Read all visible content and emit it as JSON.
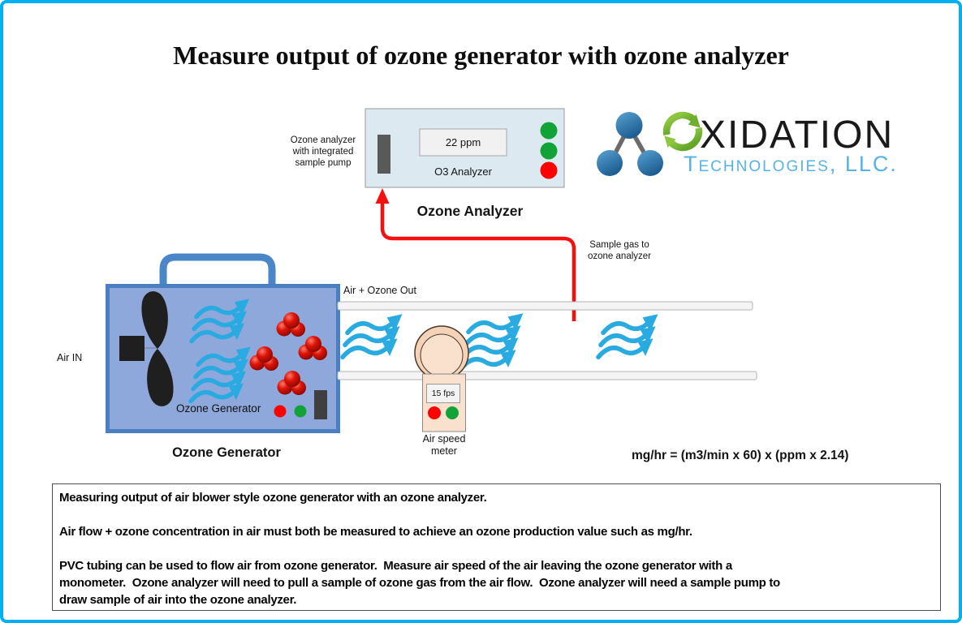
{
  "page": {
    "title": "Measure output of ozone generator with ozone analyzer"
  },
  "colors": {
    "page_border": "#00b0f0",
    "flow_arrow": "#29abe2",
    "generator_fill": "#8fa8db",
    "generator_stroke": "#4a7fc1",
    "handle": "#4a86c8",
    "analyzer_fill": "#dce9f1",
    "analyzer_stroke": "#999999",
    "sample_line": "#f50f0f",
    "led_green": "#12a338",
    "led_red": "#fe0000",
    "molecule_red": "#cc0000",
    "pipe_fill": "#f4f4f4",
    "pipe_stroke": "#b5b5b5",
    "meter_ring": "#f5d3b8",
    "meter_body": "#f9e1ce",
    "logo_green": "#7cc142",
    "logo_text_blue": "#56b3e8",
    "logo_molecule_blue": "#2f6da1",
    "fan_black": "#1f1f1f"
  },
  "logo": {
    "brand_main": "XIDATION",
    "brand_sub": "Technologies, LLC.",
    "icons": [
      "ozone-molecule-icon",
      "recycle-o-icon"
    ]
  },
  "analyzer": {
    "side_label": "Ozone analyzer\nwith integrated\nsample pump",
    "display_value": "22 ppm",
    "device_label": "O3 Analyzer",
    "caption": "Ozone Analyzer",
    "leds": [
      "green",
      "green",
      "red"
    ]
  },
  "sample_line": {
    "label": "Sample gas to\nozone analyzer"
  },
  "generator": {
    "air_in_label": "Air IN",
    "air_out_label": "Air + Ozone Out",
    "inner_label": "Ozone Generator",
    "caption": "Ozone Generator",
    "leds": [
      "red",
      "green"
    ]
  },
  "meter": {
    "display_value": "15 fps",
    "caption": "Air speed\nmeter",
    "leds": [
      "red",
      "green"
    ]
  },
  "formula": {
    "text": "mg/hr = (m3/min x 60) x (ppm x 2.14)"
  },
  "notes": {
    "p1": "Measuring output of air blower style ozone generator with an ozone analyzer.",
    "p2": "Air flow + ozone concentration in air must both be measured to achieve an ozone production value such as mg/hr.",
    "p3": "PVC tubing can be used to flow air from ozone generator.  Measure air speed of the air leaving the ozone generator with a\nmonometer.  Ozone analyzer will need to pull a sample of ozone gas from the air flow.  Ozone analyzer will need a sample pump to\ndraw sample of air into the ozone analyzer."
  }
}
